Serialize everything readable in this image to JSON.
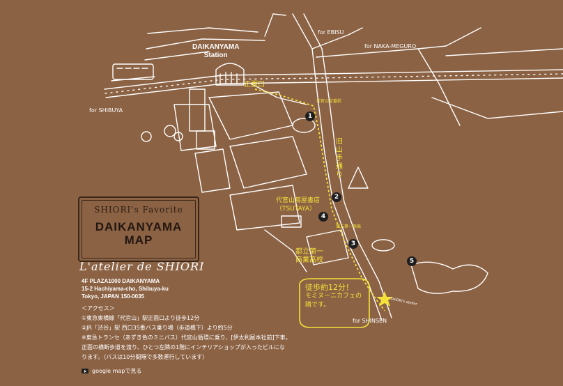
{
  "map": {
    "station_name": "DAIKANYAMA",
    "station_sub": "Station",
    "directions": {
      "ebisu": "for EBISU",
      "naka_meguro": "for NAKA-MEGURO",
      "shibuya": "for SHIBUYA",
      "shinsen": "for SHINSEN"
    },
    "labels": {
      "main_exit": "正面口",
      "police_box": "代官山交番前",
      "street": [
        "旧",
        "山",
        "手",
        "通",
        "り"
      ],
      "tsutaya_name": "代官山蔦屋書店",
      "tsutaya_sub": "（TSUTAYA）",
      "bus_stop": "第五第一商高",
      "school": [
        "都立第一",
        "商業高校"
      ],
      "shop_tag": "SHIORI's atelier"
    },
    "bubble": [
      "徒歩約12分！",
      "モミヌーニカフェの",
      "隣です。"
    ],
    "markers": [
      "1",
      "2",
      "3",
      "4",
      "5"
    ],
    "colors": {
      "background": "#8b6244",
      "line": "#ffffff",
      "route": "#f4e23a",
      "title_border": "#3a2719"
    }
  },
  "title": {
    "favorite": "SHIORI's Favorite",
    "line1": "DAIKANYAMA",
    "line2": "MAP"
  },
  "brand": "L'atelier de SHIORI",
  "address": [
    "4F PLAZA1000 DAIKANYAMA",
    "15-2 Hachiyama-cho, Shibuya-ku",
    "Tokyo, JAPAN 150-0035"
  ],
  "access": {
    "heading": "＜アクセス＞",
    "lines": [
      "①東急東横線「代官山」駅正面口より徒歩12分",
      "②JR「渋谷」駅 西口35番バス乗り場（歩道橋下）より約5分",
      "※東急トランセ（あずき色のミニバス）代官山循環に乗り、[伊太利屋本社前]下車。",
      "正面の横断歩道を渡り、ひとつ左隣の1階にインテリアショップが入ったビルにな",
      "ります。（バスは10分間隔で多数運行しています）"
    ]
  },
  "google_map_label": "google mapで見る"
}
